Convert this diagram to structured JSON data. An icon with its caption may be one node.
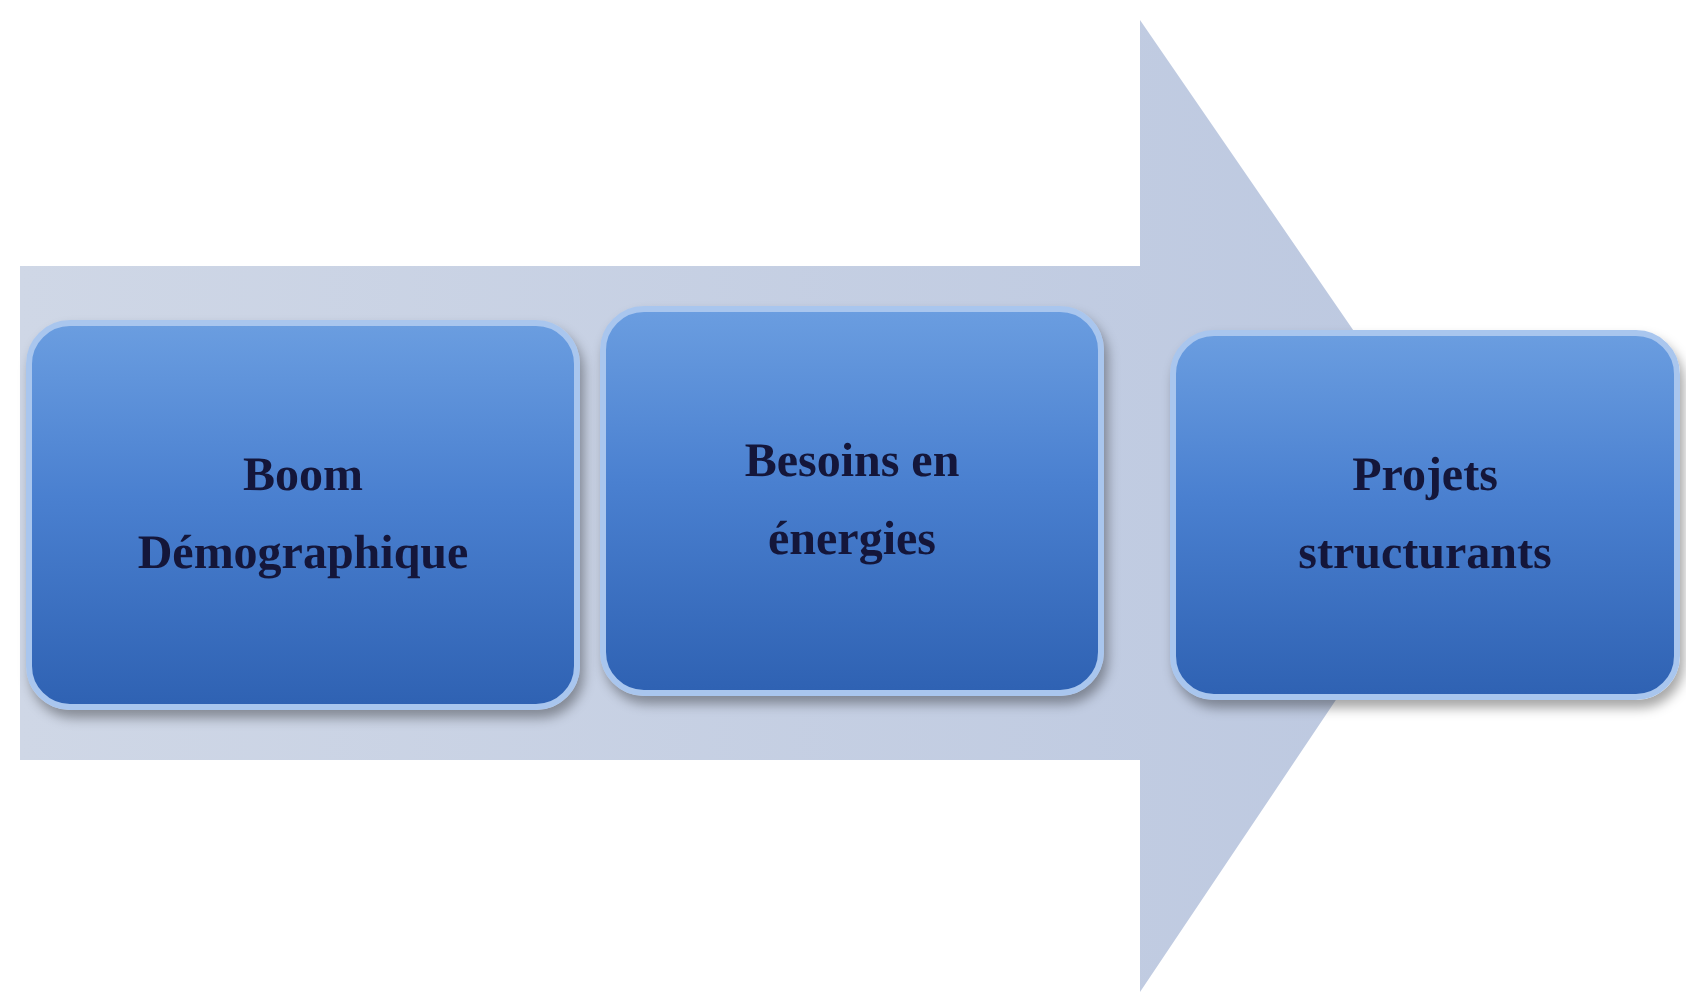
{
  "diagram": {
    "nodes": [
      {
        "text": [
          "Boom Démographique"
        ]
      },
      {
        "text": [
          "Besoins en énergies"
        ]
      },
      {
        "text": [
          "Projets structurants"
        ]
      }
    ],
    "edges": [
      {
        "from": 0,
        "to": 2,
        "arrow": "to"
      }
    ]
  }
}
